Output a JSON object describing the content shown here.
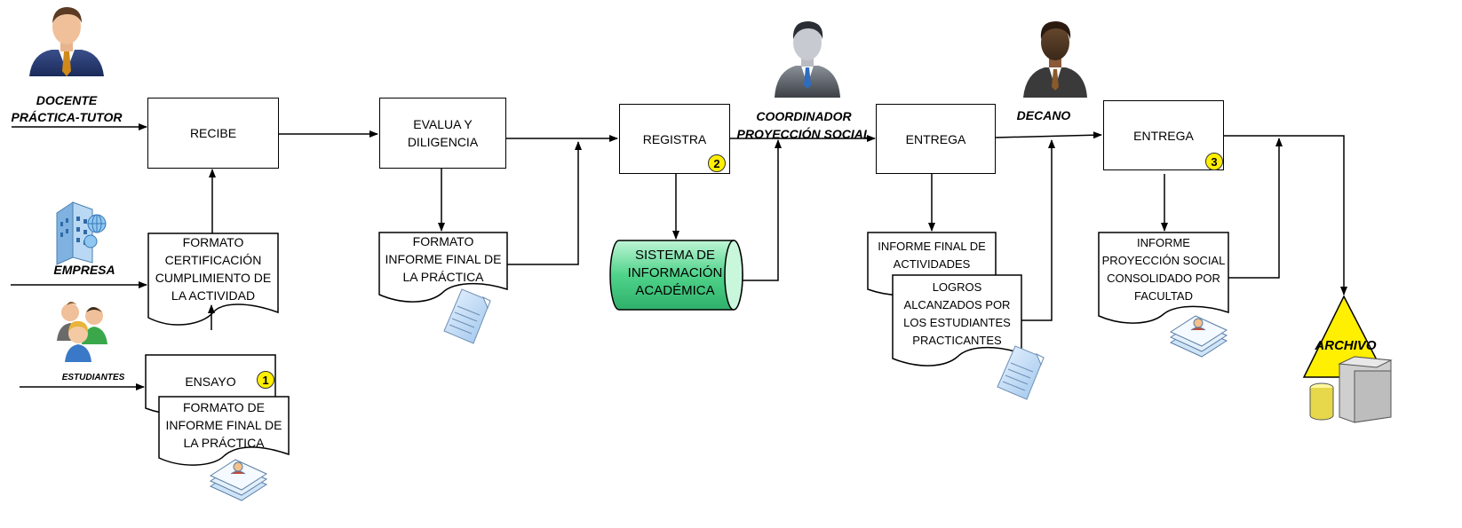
{
  "actors": {
    "docente": "DOCENTE\nPRÁCTICA-TUTOR",
    "empresa": "EMPRESA",
    "estudiantes": "ESTUDIANTES",
    "coordinador": "COORDINADOR\nPROYECCIÓN SOCIAL",
    "decano": "DECANO",
    "archivo": "ARCHIVO"
  },
  "process": {
    "recibe": "RECIBE",
    "evalua": "EVALUA Y\nDILIGENCIA",
    "registra": "REGISTRA",
    "entrega1": "ENTREGA",
    "entrega2": "ENTREGA",
    "ensayo": "ENSAYO"
  },
  "documents": {
    "formato_cert": "FORMATO\nCERTIFICACIÓN\nCUMPLIMIENTO DE\nLA ACTIVIDAD",
    "formato_informe_a": "FORMATO DE\nINFORME FINAL DE\nLA PRÁCTICA",
    "formato_informe_b": "FORMATO\nINFORME FINAL DE\nLA PRÁCTICA",
    "informe_actividades": "INFORME FINAL DE\nACTIVIDADES",
    "logros": "LOGROS\nALCANZADOS POR\nLOS ESTUDIANTES\nPRACTICANTES",
    "informe_proyeccion": "INFORME\nPROYECCIÓN SOCIAL\nCONSOLIDADO POR\nFACULTAD"
  },
  "sistema": "SISTEMA DE\nINFORMACIÓN\nACADÉMICA",
  "badges": [
    "1",
    "2",
    "3"
  ],
  "colors": {
    "badge": "#ffef00",
    "sistema_fill": "#4fd38a",
    "archivo_fill": "#ffef00"
  }
}
